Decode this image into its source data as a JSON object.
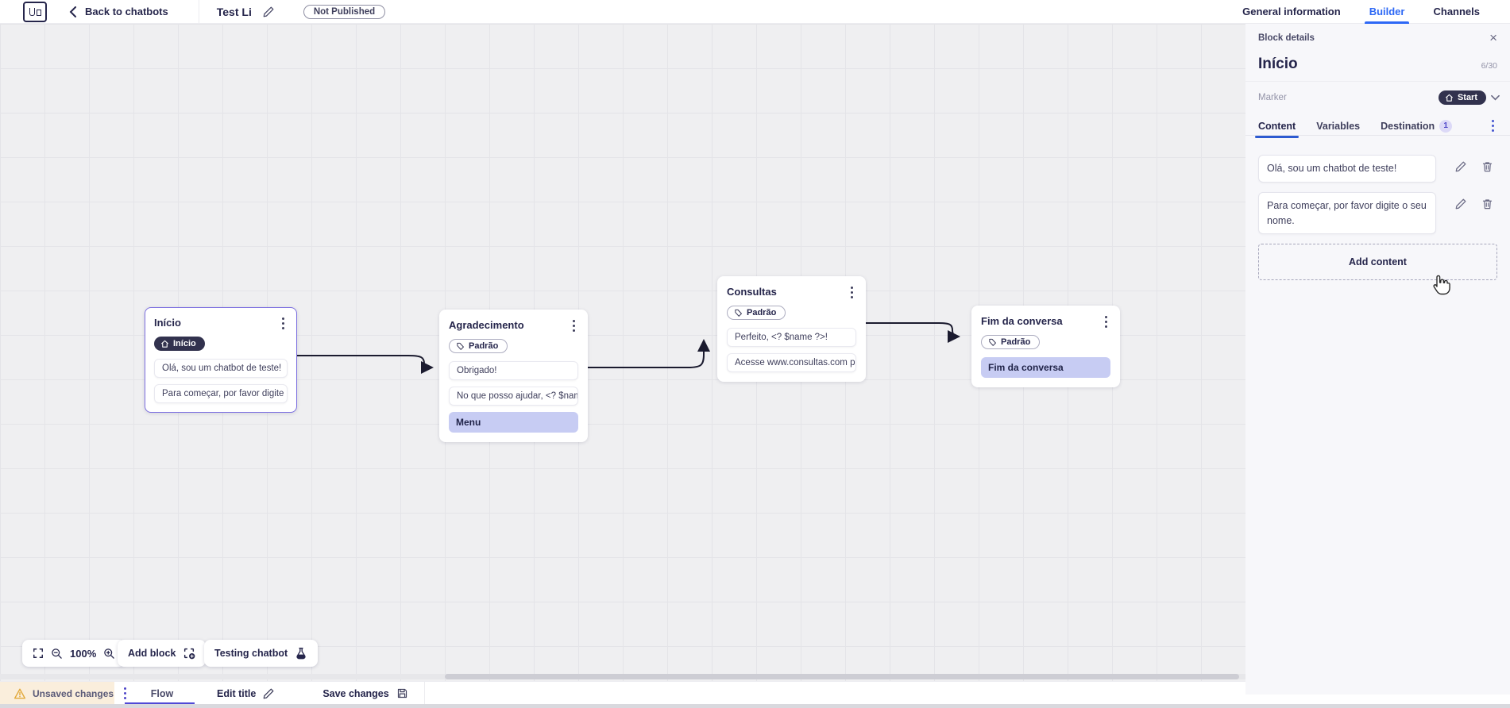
{
  "top_bar": {
    "back_label": "Back to chatbots",
    "title": "Test Li",
    "status_badge": "Not Published",
    "tabs": [
      {
        "label": "General information"
      },
      {
        "label": "Builder"
      },
      {
        "label": "Channels"
      }
    ]
  },
  "canvas": {
    "blocks": [
      {
        "title": "Início",
        "marker": "Início",
        "items": [
          {
            "text": "Olá, sou um chatbot de teste!"
          },
          {
            "text": "Para começar, por favor digite o ..."
          }
        ]
      },
      {
        "title": "Agradecimento",
        "tag": "Padrão",
        "items": [
          {
            "text": "Obrigado!"
          },
          {
            "text": "No que posso ajudar, <? $name ..."
          }
        ],
        "button": "Menu"
      },
      {
        "title": "Consultas",
        "tag": "Padrão",
        "items": [
          {
            "text": "Perfeito, <? $name ?>!"
          },
          {
            "text": "Acesse www.consultas.com par..."
          }
        ]
      },
      {
        "title": "Fim da conversa",
        "tag": "Padrão",
        "button": "Fim da conversa"
      }
    ],
    "controls": {
      "zoom_level": "100%",
      "add_block_label": "Add block",
      "testing_label": "Testing chatbot"
    }
  },
  "panel": {
    "header": "Block details",
    "block_name": "Início",
    "name_counter": "6/30",
    "marker_label": "Marker",
    "marker_value": "Start",
    "tabs": [
      {
        "label": "Content"
      },
      {
        "label": "Variables"
      },
      {
        "label": "Destination",
        "badge": "1"
      }
    ],
    "messages": [
      "Olá, sou um chatbot de teste!",
      "Para começar, por favor digite o seu nome."
    ],
    "add_content_label": "Add content"
  },
  "bottom_bar": {
    "unsaved_label": "Unsaved changes",
    "flow_tab": "Flow",
    "edit_title_label": "Edit title",
    "save_label": "Save changes"
  },
  "colors": {
    "accent_blue": "#2D68F5",
    "accent_indigo": "#5149D6",
    "dark_navy": "#25254B",
    "selected_border": "#7C6FE0",
    "button_lavender": "#C7CCF3",
    "unsaved_bg": "#FAEEDC",
    "warning_orange": "#E2A93B"
  }
}
